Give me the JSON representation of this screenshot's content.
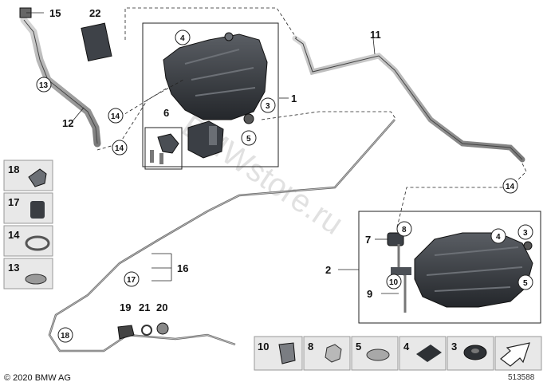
{
  "callouts": {
    "c1": "1",
    "c2": "2",
    "c3a": "3",
    "c3b": "3",
    "c4a": "4",
    "c4b": "4",
    "c5a": "5",
    "c5b": "5",
    "c6": "6",
    "c7": "7",
    "c8": "8",
    "c9": "9",
    "c10": "10",
    "c11": "11",
    "c12": "12",
    "c13": "13",
    "c14a": "14",
    "c14b": "14",
    "c14c": "14",
    "c15": "15",
    "c16": "16",
    "c17": "17",
    "c18": "18",
    "c19": "19",
    "c20": "20",
    "c21": "21",
    "c22": "22"
  },
  "side_legend": [
    {
      "label": "18",
      "icon": "bracket-clip-icon"
    },
    {
      "label": "17",
      "icon": "hose-clamp-block-icon"
    },
    {
      "label": "14",
      "icon": "hose-clamp-icon"
    },
    {
      "label": "13",
      "icon": "nut-washer-icon"
    }
  ],
  "bottom_legend": [
    {
      "label": "10",
      "icon": "clip-icon"
    },
    {
      "label": "8",
      "icon": "hex-nut-icon"
    },
    {
      "label": "5",
      "icon": "collar-nut-icon"
    },
    {
      "label": "4",
      "icon": "pad-icon"
    },
    {
      "label": "3",
      "icon": "grommet-icon"
    },
    {
      "label": "",
      "icon": "arrow-icon"
    }
  ],
  "watermark": "BMWstore.ru",
  "copyright": "© 2020 BMW AG",
  "diagram_number": "513588",
  "colors": {
    "line": "#222222",
    "part": "#3a3d42",
    "part_light": "#8a8d92",
    "legend_bg": "#e8e8e8"
  }
}
